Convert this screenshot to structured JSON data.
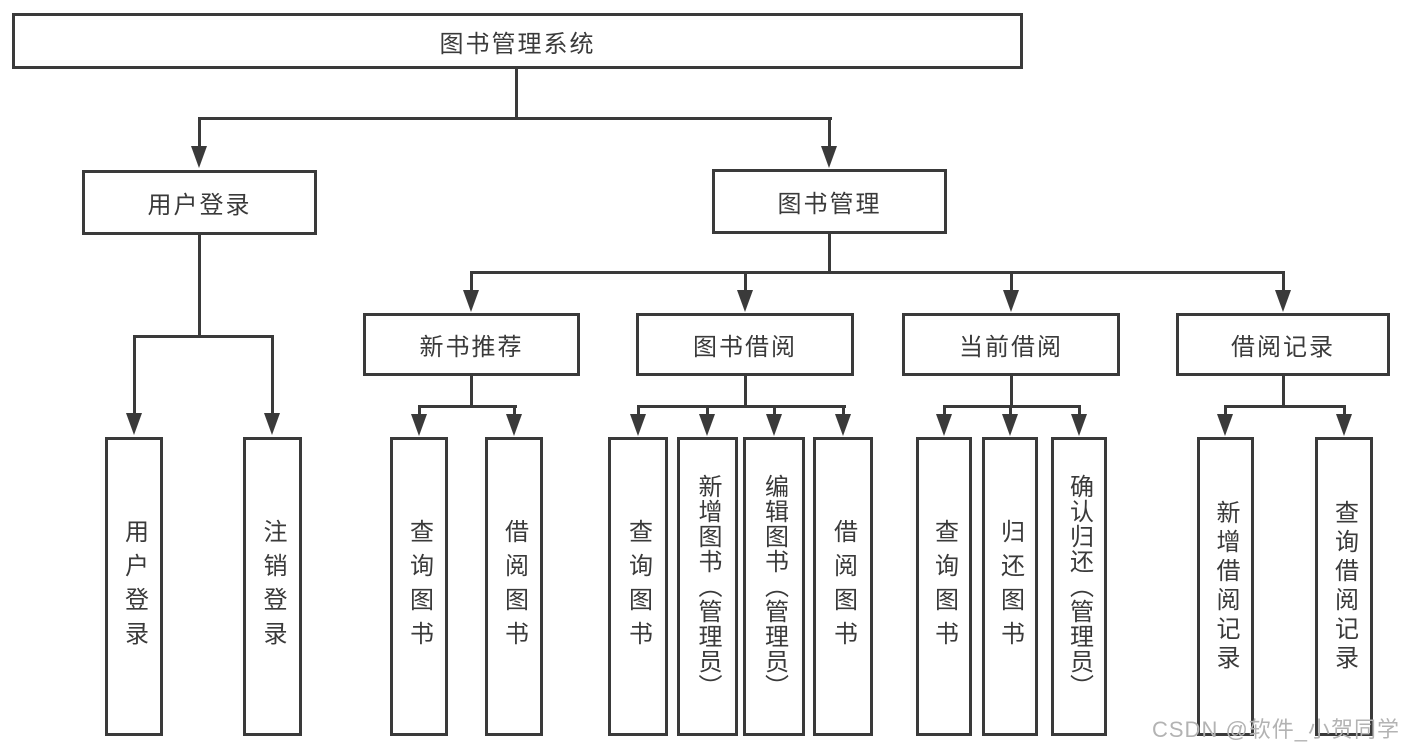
{
  "title": {
    "label": "图书管理系统"
  },
  "branches": {
    "user_login": {
      "label": "用户登录"
    },
    "book_management": {
      "label": "图书管理"
    },
    "new_book_recommend": {
      "label": "新书推荐"
    },
    "book_borrow": {
      "label": "图书借阅"
    },
    "current_borrow": {
      "label": "当前借阅"
    },
    "borrow_record": {
      "label": "借阅记录"
    }
  },
  "leaves": [
    {
      "label": "用户登录",
      "parent": "用户登录"
    },
    {
      "label": "注销登录",
      "parent": "用户登录"
    },
    {
      "label": "查询图书",
      "parent": "新书推荐"
    },
    {
      "label": "借阅图书",
      "parent": "新书推荐"
    },
    {
      "label": "查询图书",
      "parent": "图书借阅"
    },
    {
      "label": "新增图书（管理员）",
      "parent": "图书借阅"
    },
    {
      "label": "编辑图书（管理员）",
      "parent": "图书借阅"
    },
    {
      "label": "借阅图书",
      "parent": "图书借阅"
    },
    {
      "label": "查询图书",
      "parent": "当前借阅"
    },
    {
      "label": "归还图书",
      "parent": "当前借阅"
    },
    {
      "label": "确认归还（管理员）",
      "parent": "当前借阅"
    },
    {
      "label": "新增借阅记录",
      "parent": "借阅记录"
    },
    {
      "label": "查询借阅记录",
      "parent": "借阅记录"
    }
  ],
  "watermark": "CSDN @软件_小贺同学",
  "colors": {
    "line": "#3a3a3a",
    "text": "#3a3a3a",
    "watermark": "#b3b3b3",
    "background": "#ffffff"
  }
}
